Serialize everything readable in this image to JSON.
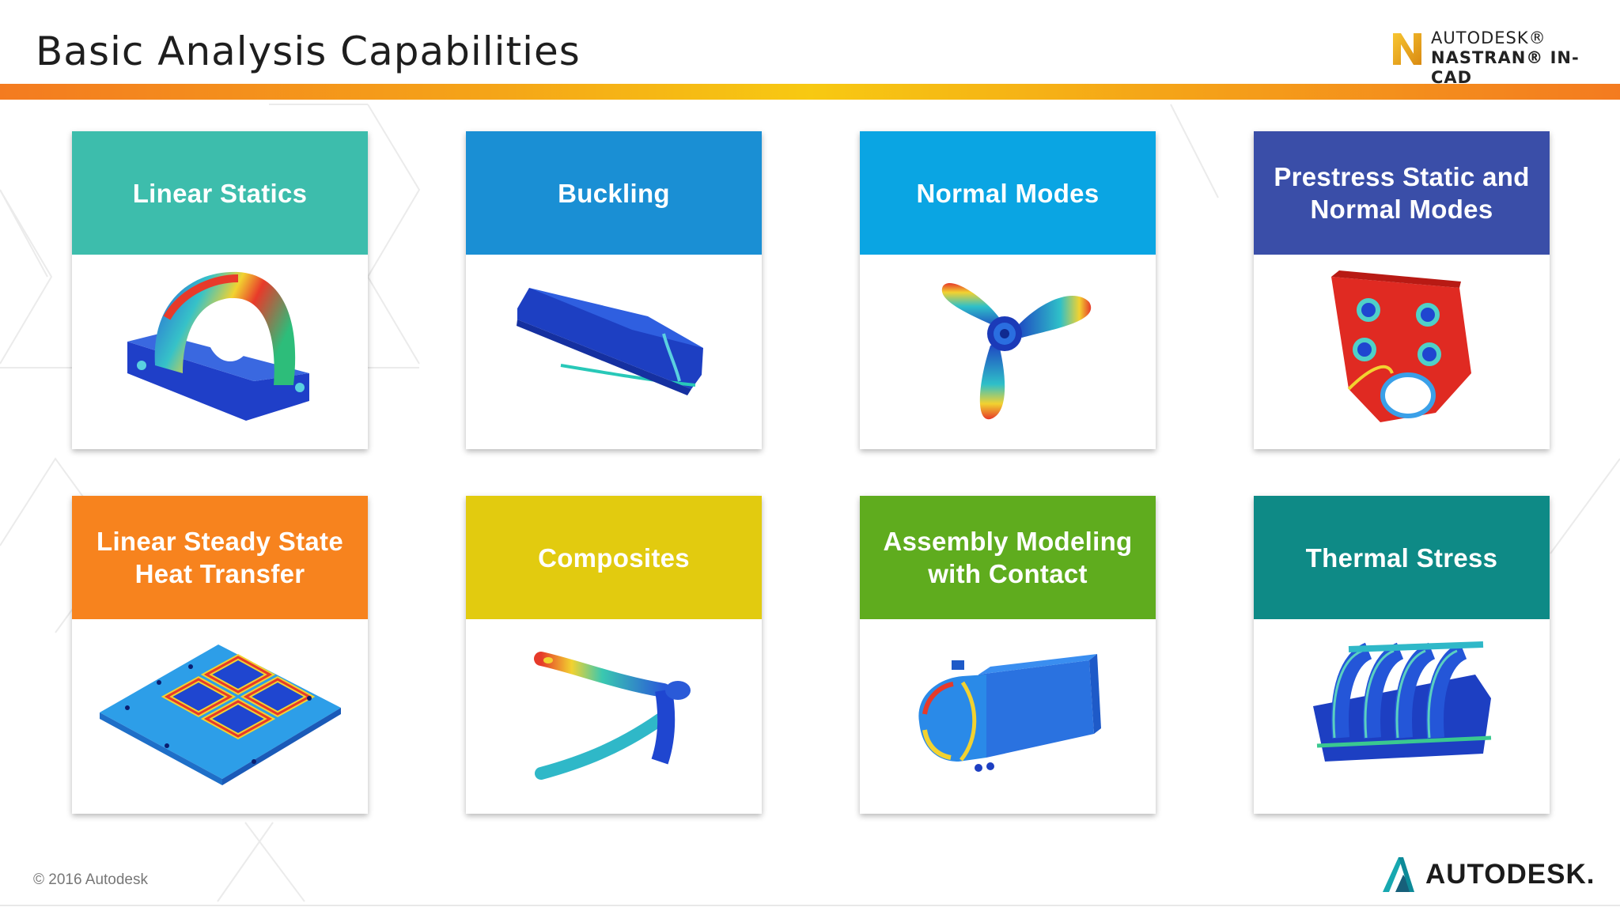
{
  "slide": {
    "title": "Basic Analysis Capabilities",
    "product_logo": {
      "icon": "nastran-n-icon",
      "line1": "AUTODESK®",
      "line2": "NASTRAN® IN-CAD"
    },
    "footer": {
      "copyright": "© 2016 Autodesk",
      "brand": "AUTODESK.",
      "brand_icon": "autodesk-a-icon"
    }
  },
  "colors": {
    "accent_bar": [
      "#f47b20",
      "#f7c912",
      "#f47b20"
    ],
    "linear_statics": "#3dbdac",
    "buckling": "#1a8fd4",
    "normal_modes": "#0aa5e3",
    "prestress": "#3a4ea8",
    "heat_transfer": "#f7831e",
    "composites": "#e2cb0f",
    "assembly": "#5fac1e",
    "thermal_stress": "#0e8a86"
  },
  "cards": [
    {
      "title": [
        "Linear Statics"
      ],
      "image": "pillow-block-stress-contour",
      "color": "#3dbdac"
    },
    {
      "title": [
        "Buckling"
      ],
      "image": "buckled-beam-contour",
      "color": "#1a8fd4"
    },
    {
      "title": [
        "Normal Modes"
      ],
      "image": "propeller-mode-shape",
      "color": "#0aa5e3"
    },
    {
      "title": [
        "Prestress Static and",
        "Normal Modes"
      ],
      "image": "bracket-plate-contour",
      "color": "#3a4ea8"
    },
    {
      "title": [
        "Linear Steady State",
        "Heat Transfer"
      ],
      "image": "heat-plate-contour",
      "color": "#f7831e"
    },
    {
      "title": [
        "Composites"
      ],
      "image": "composite-frame-contour",
      "color": "#e2cb0f"
    },
    {
      "title": [
        "Assembly Modeling",
        "with Contact"
      ],
      "image": "assembly-housing-contour",
      "color": "#5fac1e"
    },
    {
      "title": [
        "Thermal Stress"
      ],
      "image": "intake-manifold-contour",
      "color": "#0e8a86"
    }
  ]
}
